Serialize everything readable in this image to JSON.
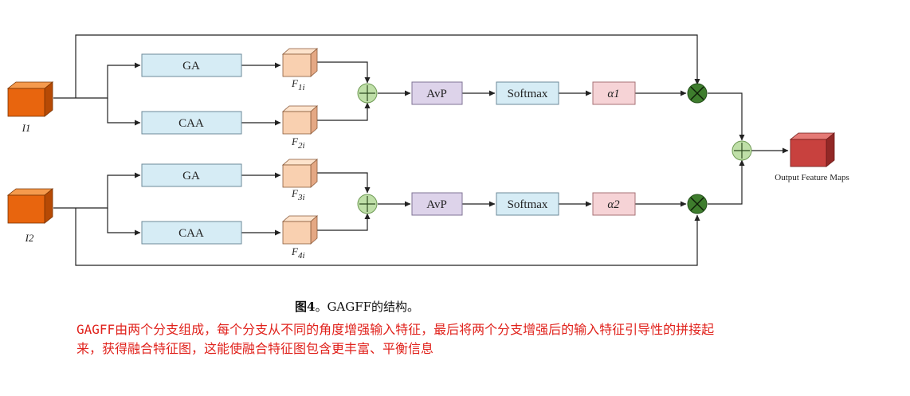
{
  "diagram": {
    "inputs": [
      "I1",
      "I2"
    ],
    "ga_label": "GA",
    "caa_label": "CAA",
    "features": [
      {
        "base": "F",
        "sub": "1i"
      },
      {
        "base": "F",
        "sub": "2i"
      },
      {
        "base": "F",
        "sub": "3i"
      },
      {
        "base": "F",
        "sub": "4i"
      }
    ],
    "avp_label": "AvP",
    "softmax_label": "Softmax",
    "alphas": [
      "α1",
      "α2"
    ],
    "plus_symbol": "+",
    "times_symbol": "×",
    "output_label": "Output Feature Maps",
    "colors": {
      "input_cube": "#e8650e",
      "module_box": "#d6ecf5",
      "feature_cube": "#f9d0b0",
      "avp_box": "#ddd3ea",
      "alpha_box": "#f6d3d6",
      "plus_circle": "#bfdfa8",
      "times_circle": "#3e7d2d",
      "output_cube": "#c8413e"
    }
  },
  "caption": {
    "fig_num": "图4",
    "text": "。GAGFF的结构。"
  },
  "note": "GAGFF由两个分支组成，每个分支从不同的角度增强输入特征，最后将两个分支增强后的输入特征引导性的拼接起来，获得融合特征图，这能使融合特征图包含更丰富、平衡信息"
}
